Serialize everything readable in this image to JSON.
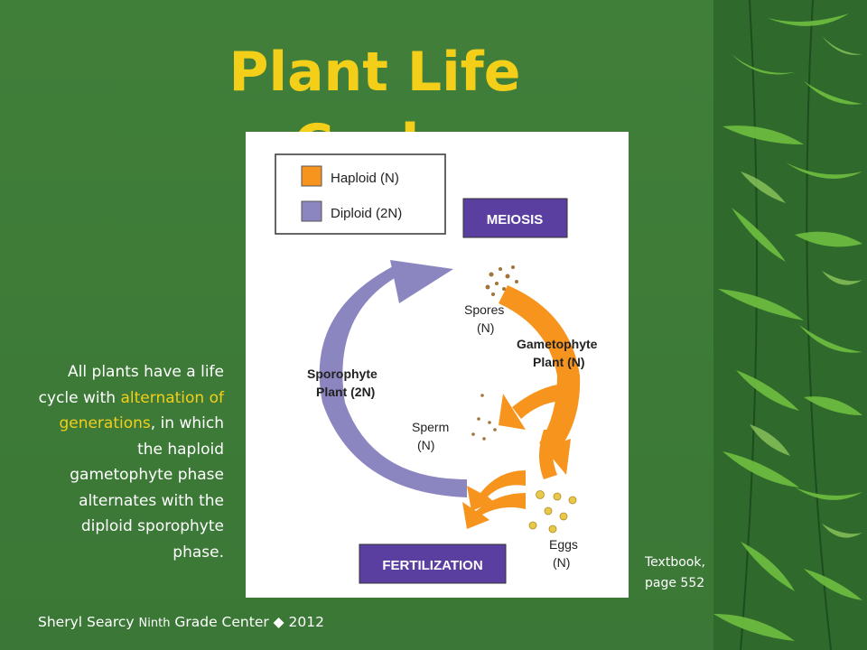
{
  "slide": {
    "title": "Plant Life Cycle",
    "body_parts": [
      "All plants have a life cycle with ",
      "alternation of generations",
      ", in which the haploid gametophyte phase alternates with the diploid sporophyte phase."
    ],
    "reference_line1": "Textbook,",
    "reference_line2": "page 552",
    "footer_author": "Sheryl Searcy",
    "footer_small": "Ninth",
    "footer_rest": "Grade Center",
    "footer_separator": "◆",
    "footer_year": "2012"
  },
  "diagram": {
    "legend": [
      {
        "label": "Haploid (N)",
        "color": "#f7941e"
      },
      {
        "label": "Diploid (2N)",
        "color": "#8c86c0"
      }
    ],
    "meiosis_label": "MEIOSIS",
    "fertilization_label": "FERTILIZATION",
    "label_box_color": "#5b3fa0",
    "spores_label": "Spores",
    "spores_ploidy": "(N)",
    "gametophyte_label": "Gametophyte",
    "gametophyte_label2": "Plant (N)",
    "sporophyte_label": "Sporophyte",
    "sporophyte_label2": "Plant (2N)",
    "sperm_label": "Sperm",
    "sperm_ploidy": "(N)",
    "eggs_label": "Eggs",
    "eggs_ploidy": "(N)"
  },
  "colors": {
    "background": "#3c7a37",
    "title": "#f3cf1a",
    "highlight": "#f3cf1a",
    "haploid": "#f7941e",
    "diploid": "#8c86c0"
  }
}
